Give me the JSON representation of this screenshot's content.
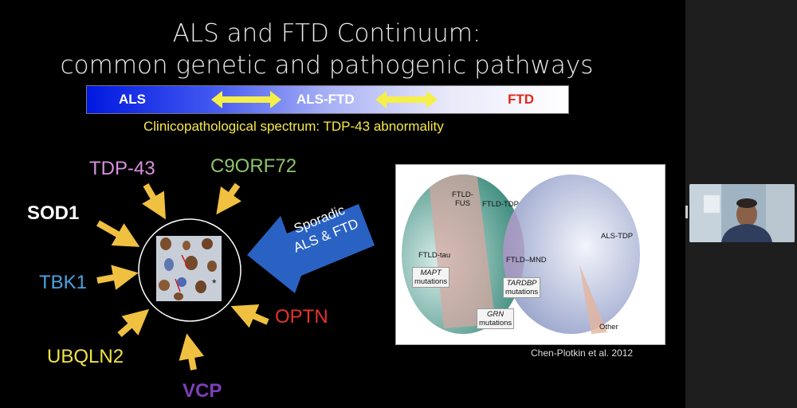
{
  "slide": {
    "title_line1": "ALS and FTD Continuum:",
    "title_line2": "common genetic and pathogenic pathways",
    "spectrum": {
      "left_label": "ALS",
      "middle_label": "ALS-FTD",
      "right_label": "FTD",
      "caption": "Clinicopathological spectrum:  TDP-43 abnormality",
      "colors": {
        "left": "#0018e0",
        "right": "#ffffff",
        "ALS": "#ffffff",
        "ALS-FTD": "#ffffff",
        "FTD": "#e02a1a",
        "arrow": "#f5ef4a"
      }
    },
    "genes": {
      "tdp43": "TDP-43",
      "c9orf72": "C9ORF72",
      "sod1": "SOD1",
      "tbk1": "TBK1",
      "ubqln2": "UBQLN2",
      "vcp": "VCP",
      "optn": "OPTN"
    },
    "gene_colors": {
      "TDP-43": "#d98fe0",
      "C9ORF72": "#8ec46a",
      "SOD1": "#ffffff",
      "TBK1": "#4aa3e0",
      "UBQLN2": "#f0e24a",
      "VCP": "#7b3fb8",
      "OPTN": "#e8332a"
    },
    "sporadic_arrow": {
      "line1": "Sporadic",
      "line2": "ALS & FTD",
      "color": "#2a62c4"
    },
    "micrograph_marker": "*",
    "figure": {
      "ftld_fus": "FTLD-\nFUS",
      "ftld_tdp": "FTLD-TDP",
      "ftld_tau": "FTLD-tau",
      "ftld_mnd": "FTLD–MND",
      "als_tdp": "ALS-TDP",
      "other": "Other",
      "mapt": "MAPT",
      "mapt_sub": "mutations",
      "tardbp": "TARDBP",
      "tardbp_sub": "mutations",
      "grn": "GRN",
      "grn_sub": "mutations"
    },
    "citation": "Chen-Plotkin et al. 2012"
  }
}
